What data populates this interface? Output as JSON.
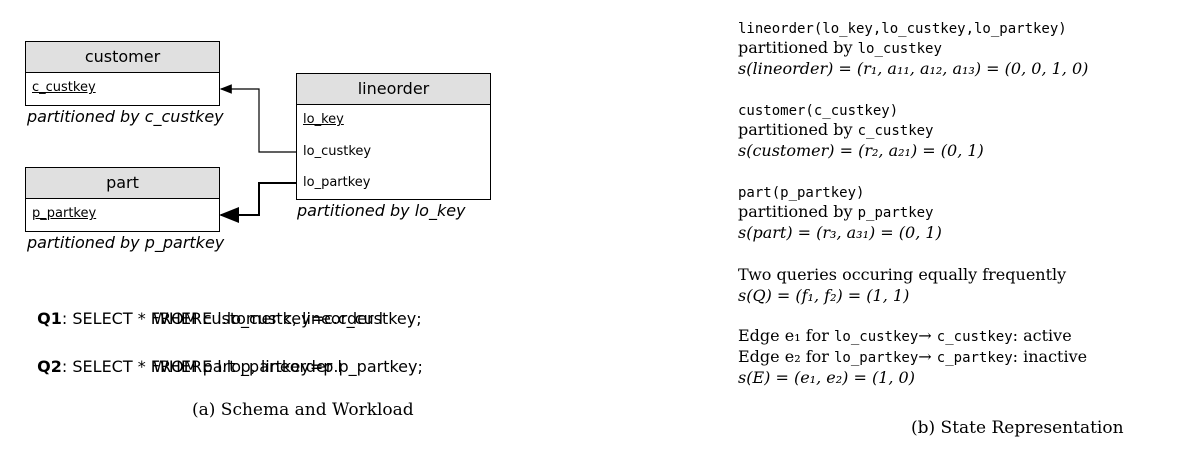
{
  "schema": {
    "customer": {
      "title": "customer",
      "fields": [
        "c_custkey"
      ],
      "note": "partitioned by c_custkey"
    },
    "part": {
      "title": "part",
      "fields": [
        "p_partkey"
      ],
      "note": "partitioned by p_partkey"
    },
    "lineorder": {
      "title": "lineorder",
      "fields": [
        "lo_key",
        "lo_custkey",
        "lo_partkey"
      ],
      "note": "partitioned by lo_key"
    }
  },
  "workload": {
    "q1": {
      "label": "Q1",
      "line1": ": SELECT * FROM customer c, lineorder l",
      "line2": "WHERE l.lo_custkey=c.c_custkey;"
    },
    "q2": {
      "label": "Q2",
      "line1": ": SELECT * FROM part p, lineorder l",
      "line2": "WHERE l.lo_partkey=p.p_partkey;"
    }
  },
  "captions": {
    "a": "(a) Schema and Workload",
    "b": "(b) State Representation"
  },
  "state": {
    "lineorder": {
      "decl": "lineorder(lo_key,lo_custkey,lo_partkey)",
      "part_prefix": "partitioned by ",
      "part_key": "lo_custkey",
      "vec": "s(lineorder) = (r₁, a₁₁, a₁₂, a₁₃) = (0, 0, 1, 0)"
    },
    "customer": {
      "decl": "customer(c_custkey)",
      "part_prefix": "partitioned by ",
      "part_key": "c_custkey",
      "vec": "s(customer) = (r₂, a₂₁) = (0, 1)"
    },
    "part": {
      "decl": "part(p_partkey)",
      "part_prefix": "partitioned by ",
      "part_key": "p_partkey",
      "vec": "s(part) = (r₃, a₃₁) = (0, 1)"
    },
    "queries": {
      "text": "Two queries occuring equally frequently",
      "vec": "s(Q) = (f₁, f₂) = (1, 1)"
    },
    "edges": {
      "e1_prefix": "Edge e₁ for ",
      "e1_src": "lo_custkey",
      "e1_arrow": "→ ",
      "e1_dst": "c_custkey",
      "e1_status": ": active",
      "e2_prefix": "Edge e₂ for ",
      "e2_src": "lo_partkey",
      "e2_arrow": "→ ",
      "e2_dst": "c_partkey",
      "e2_status": ": inactive",
      "vec": "s(E) = (e₁, e₂) = (1, 0)"
    }
  }
}
